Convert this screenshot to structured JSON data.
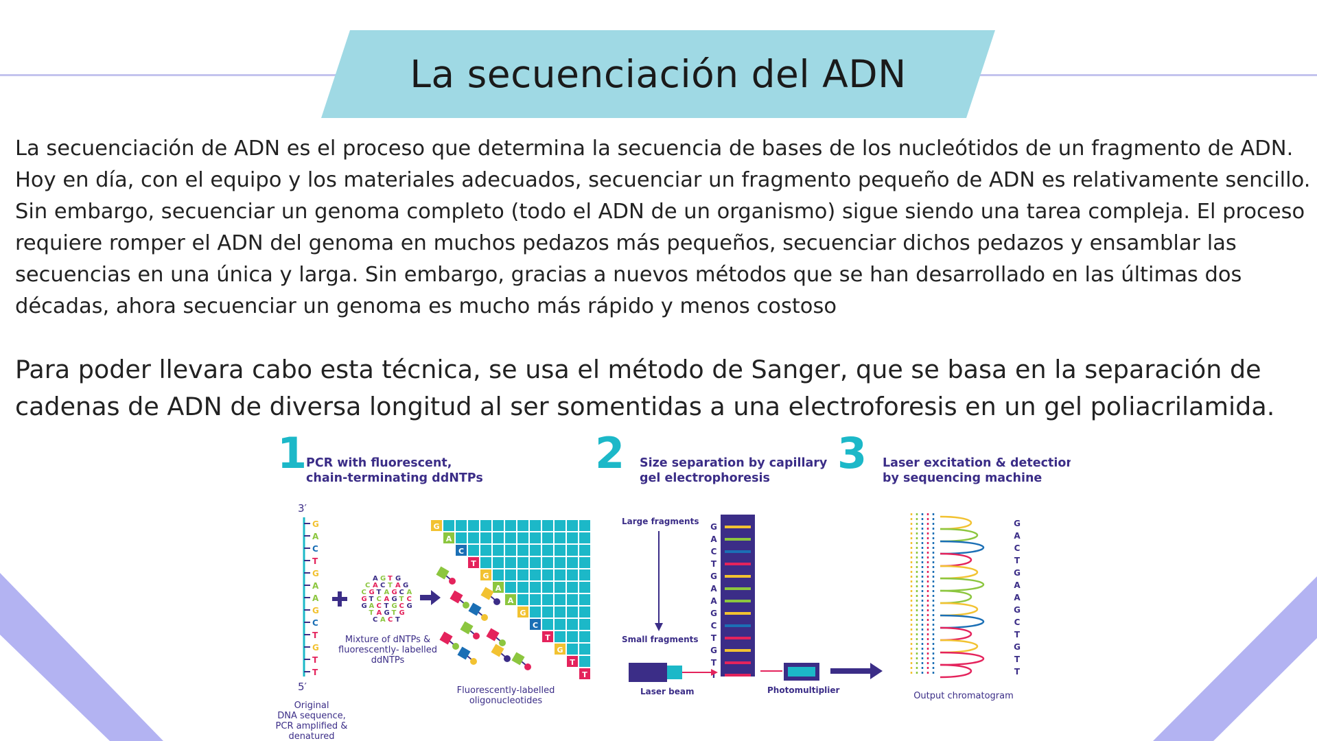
{
  "title": "La secuenciación del ADN",
  "intro": "La secuenciación de ADN es el proceso que determina la secuencia de bases de los nucleótidos de un fragmento de ADN. Hoy en día, con el equipo y los materiales adecuados, secuenciar un fragmento pequeño de ADN es relativamente sencillo. Sin embargo, secuenciar un genoma completo (todo el ADN de un organismo) sigue siendo una tarea compleja. El proceso requiere romper el ADN del genoma en muchos pedazos más pequeños, secuenciar dichos pedazos y ensamblar las secuencias en una única y larga. Sin embargo, gracias a nuevos métodos que se han desarrollado en las últimas dos décadas, ahora secuenciar un genoma es mucho más rápido y menos costoso",
  "sanger": "Para poder llevara cabo esta técnica, se usa el método de Sanger, que se basa en la separación de cadenas de ADN de diversa longitud al ser somentidas a una electroforesis en un gel poliacrilamida.",
  "colors": {
    "banner": "#9fd9e4",
    "header_line": "#c3c3ee",
    "decoration": "#b3b3f2",
    "teal": "#1cb8c8",
    "navy": "#3b2d87",
    "base_G": "#f2c231",
    "base_A": "#8cc63f",
    "base_C": "#1b6fb5",
    "base_T": "#e4235c"
  },
  "figure": {
    "steps": [
      {
        "number": "1",
        "line1": "PCR with fluorescent,",
        "line2": "chain-terminating ddNTPs"
      },
      {
        "number": "2",
        "line1": "Size separation by capillary",
        "line2": "gel electrophoresis"
      },
      {
        "number": "3",
        "line1": "Laser excitation & detection",
        "line2": "by sequencing machine"
      }
    ],
    "prime3": "3′",
    "prime5": "5′",
    "sequence": [
      "G",
      "A",
      "C",
      "T",
      "G",
      "A",
      "A",
      "G",
      "C",
      "T",
      "G",
      "T",
      "T"
    ],
    "original_caption": [
      "Original",
      "DNA sequence,",
      "PCR amplified &",
      "denatured"
    ],
    "mixture_caption": [
      "Mixture of dNTPs &",
      "fluorescently- labelled",
      "ddNTPs"
    ],
    "labelled_caption": [
      "Fluorescently-labelled",
      "oligonucleotides"
    ],
    "large_fragments": "Large fragments",
    "small_fragments": "Small fragments",
    "laser_beam": "Laser beam",
    "photomultiplier": "Photomultiplier",
    "output_chromatogram": "Output chromatogram"
  }
}
